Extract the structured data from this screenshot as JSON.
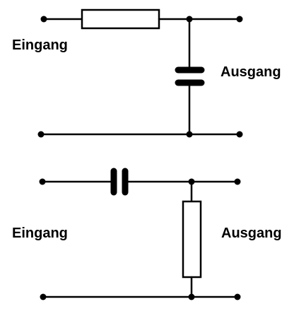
{
  "circuits": [
    {
      "id": "lowpass",
      "input_label": "Eingang",
      "output_label": "Ausgang",
      "series_element": "resistor",
      "shunt_element": "capacitor"
    },
    {
      "id": "highpass",
      "input_label": "Eingang",
      "output_label": "Ausgang",
      "series_element": "capacitor",
      "shunt_element": "resistor"
    }
  ],
  "colors": {
    "line": "#000000",
    "background": "#ffffff"
  }
}
